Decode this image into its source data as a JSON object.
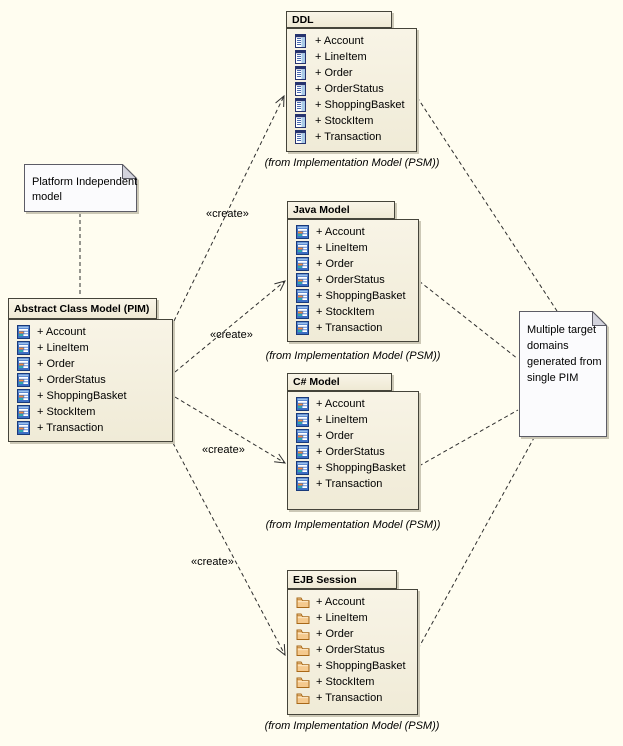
{
  "diagram": {
    "background": "#fffdf0"
  },
  "notes": {
    "pim": {
      "text": "Platform Independent\nmodel"
    },
    "target": {
      "text": "Multiple target\ndomains\ngenerated from\nsingle PIM"
    }
  },
  "pim_package": {
    "name": "Abstract Class Model (PIM)",
    "icon": "class-icon",
    "items": [
      "+ Account",
      "+ LineItem",
      "+ Order",
      "+ OrderStatus",
      "+ ShoppingBasket",
      "+ StockItem",
      "+ Transaction"
    ]
  },
  "psm_packages": [
    {
      "name": "DDL",
      "icon": "table-icon",
      "caption": "(from Implementation Model (PSM))",
      "items": [
        "+ Account",
        "+ LineItem",
        "+ Order",
        "+ OrderStatus",
        "+ ShoppingBasket",
        "+ StockItem",
        "+ Transaction"
      ]
    },
    {
      "name": "Java Model",
      "icon": "class-icon",
      "caption": "(from Implementation Model (PSM))",
      "items": [
        "+ Account",
        "+ LineItem",
        "+ Order",
        "+ OrderStatus",
        "+ ShoppingBasket",
        "+ StockItem",
        "+ Transaction"
      ]
    },
    {
      "name": "C# Model",
      "icon": "class-icon",
      "caption": "(from Implementation Model (PSM))",
      "items": [
        "+ Account",
        "+ LineItem",
        "+ Order",
        "+ OrderStatus",
        "+ ShoppingBasket",
        "+ Transaction"
      ]
    },
    {
      "name": "EJB Session",
      "icon": "folder-icon",
      "caption": "(from Implementation Model (PSM))",
      "items": [
        "+ Account",
        "+ LineItem",
        "+ Order",
        "+ OrderStatus",
        "+ ShoppingBasket",
        "+ StockItem",
        "+ Transaction"
      ]
    }
  ],
  "connectors": {
    "create_label": "«create»"
  },
  "colors": {
    "background": "#fffdf0",
    "package_fill": "#f4f0e0",
    "package_border": "#45443a",
    "shadow": "#ccc8b6",
    "note_border": "#5c5c66",
    "line": "#2e2e2e",
    "text": "#000000"
  }
}
